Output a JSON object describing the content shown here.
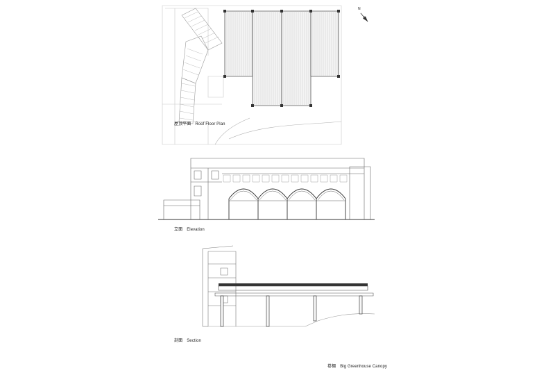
{
  "drawing": {
    "plan_caption_zh": "屋顶平面",
    "plan_caption_en": "Roof Floor Plan",
    "elevation_caption_zh": "立面",
    "elevation_caption_en": "Elevation",
    "section_caption_zh": "剖面",
    "section_caption_en": "Section",
    "title_zh": "卷棚",
    "title_en": "Big Greenhouse Canopy",
    "north_label": "N"
  }
}
